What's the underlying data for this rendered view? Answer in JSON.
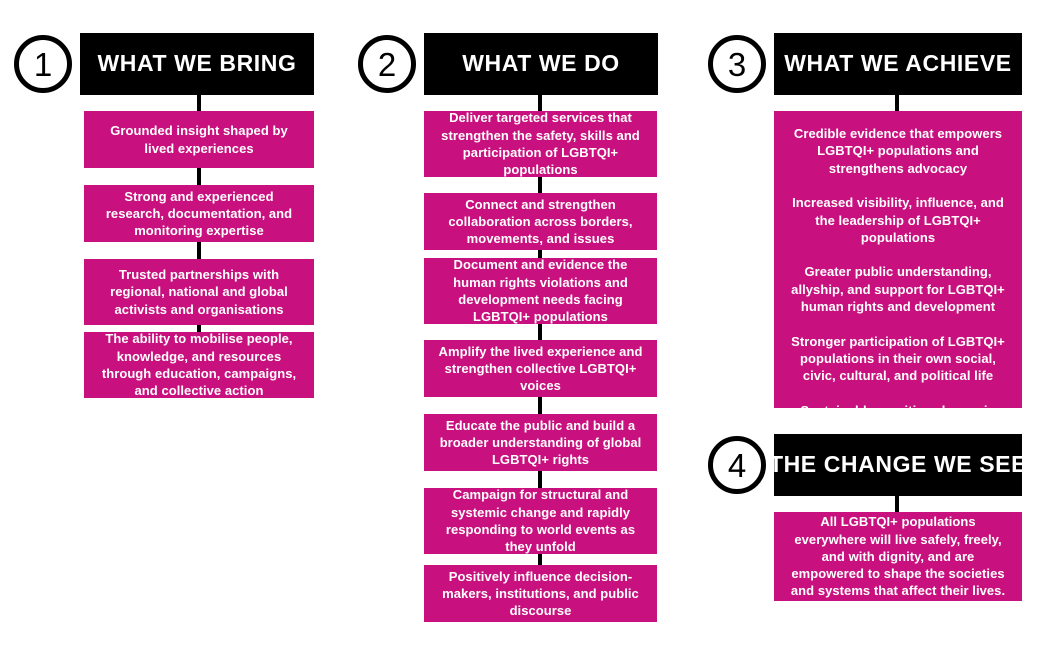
{
  "diagram": {
    "title": "Theory of change flow diagram",
    "accent_color": "#C8117F",
    "header_color": "#000000",
    "text_color": "#FFFFFF"
  },
  "columns": [
    {
      "step_number": "1",
      "header": "WHAT WE BRING",
      "items": [
        "Grounded insight shaped by lived experiences",
        "Strong and experienced research, documentation, and monitoring expertise",
        "Trusted partnerships with regional, national and global activists and organisations",
        "The ability to mobilise people, knowledge, and resources through education, campaigns, and collective action"
      ]
    },
    {
      "step_number": "2",
      "header": "WHAT WE DO",
      "items": [
        "Deliver targeted services that strengthen the safety, skills and participation of LGBTQI+ populations",
        "Connect and strengthen collaboration across borders, movements, and issues",
        "Document and evidence the human rights violations and development needs facing LGBTQI+ populations",
        "Amplify the lived experience and strengthen collective LGBTQI+ voices",
        "Educate the public and build a broader understanding of global LGBTQI+ rights",
        "Campaign for structural and systemic change and rapidly responding to world events as they unfold",
        "Positively influence decision-makers, institutions, and public discourse"
      ]
    },
    {
      "step_number": "3",
      "header": "WHAT WE ACHIEVE",
      "items": [
        "Credible evidence that empowers LGBTQI+ populations and strengthens advocacy",
        "Increased visibility, influence, and the leadership of LGBTQI+ populations",
        "Greater public understanding, allyship, and support for LGBTQI+ human rights and development",
        "Stronger participation of LGBTQI+ populations in their own social, civic, cultural, and political life",
        "Sustainable, positive change in attitudes, behaviours, institutions, and policies"
      ]
    },
    {
      "step_number": "4",
      "header": "THE CHANGE WE SEE",
      "items": [
        "All LGBTQI+ populations everywhere will live safely, freely, and with dignity, and are empowered to shape the societies and systems that affect their lives."
      ]
    }
  ]
}
